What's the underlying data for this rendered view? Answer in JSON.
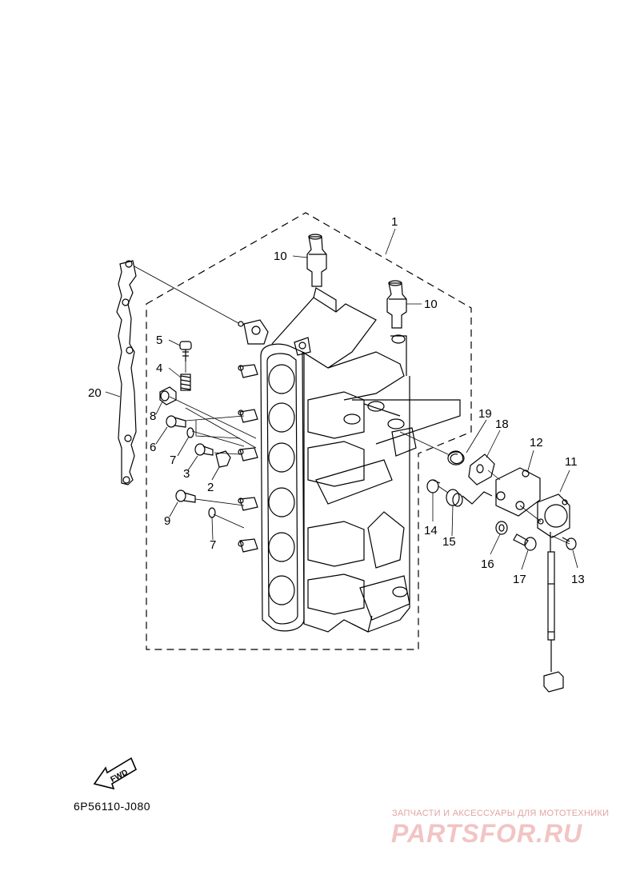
{
  "callouts": {
    "c1": "1",
    "c2": "2",
    "c3": "3",
    "c4": "4",
    "c5": "5",
    "c6": "6",
    "c7a": "7",
    "c7b": "7",
    "c8": "8",
    "c9": "9",
    "c10a": "10",
    "c10b": "10",
    "c11": "11",
    "c12": "12",
    "c13": "13",
    "c14": "14",
    "c15": "15",
    "c16": "16",
    "c17": "17",
    "c18": "18",
    "c19": "19",
    "c20": "20"
  },
  "fwd_label": "FWD",
  "drawing_code": "6P56110-J080",
  "watermark": {
    "tagline": "ЗАПЧАСТИ И АКСЕССУАРЫ ДЛЯ МОТОТЕХНИКИ",
    "logo": "PARTSFOR.RU"
  }
}
